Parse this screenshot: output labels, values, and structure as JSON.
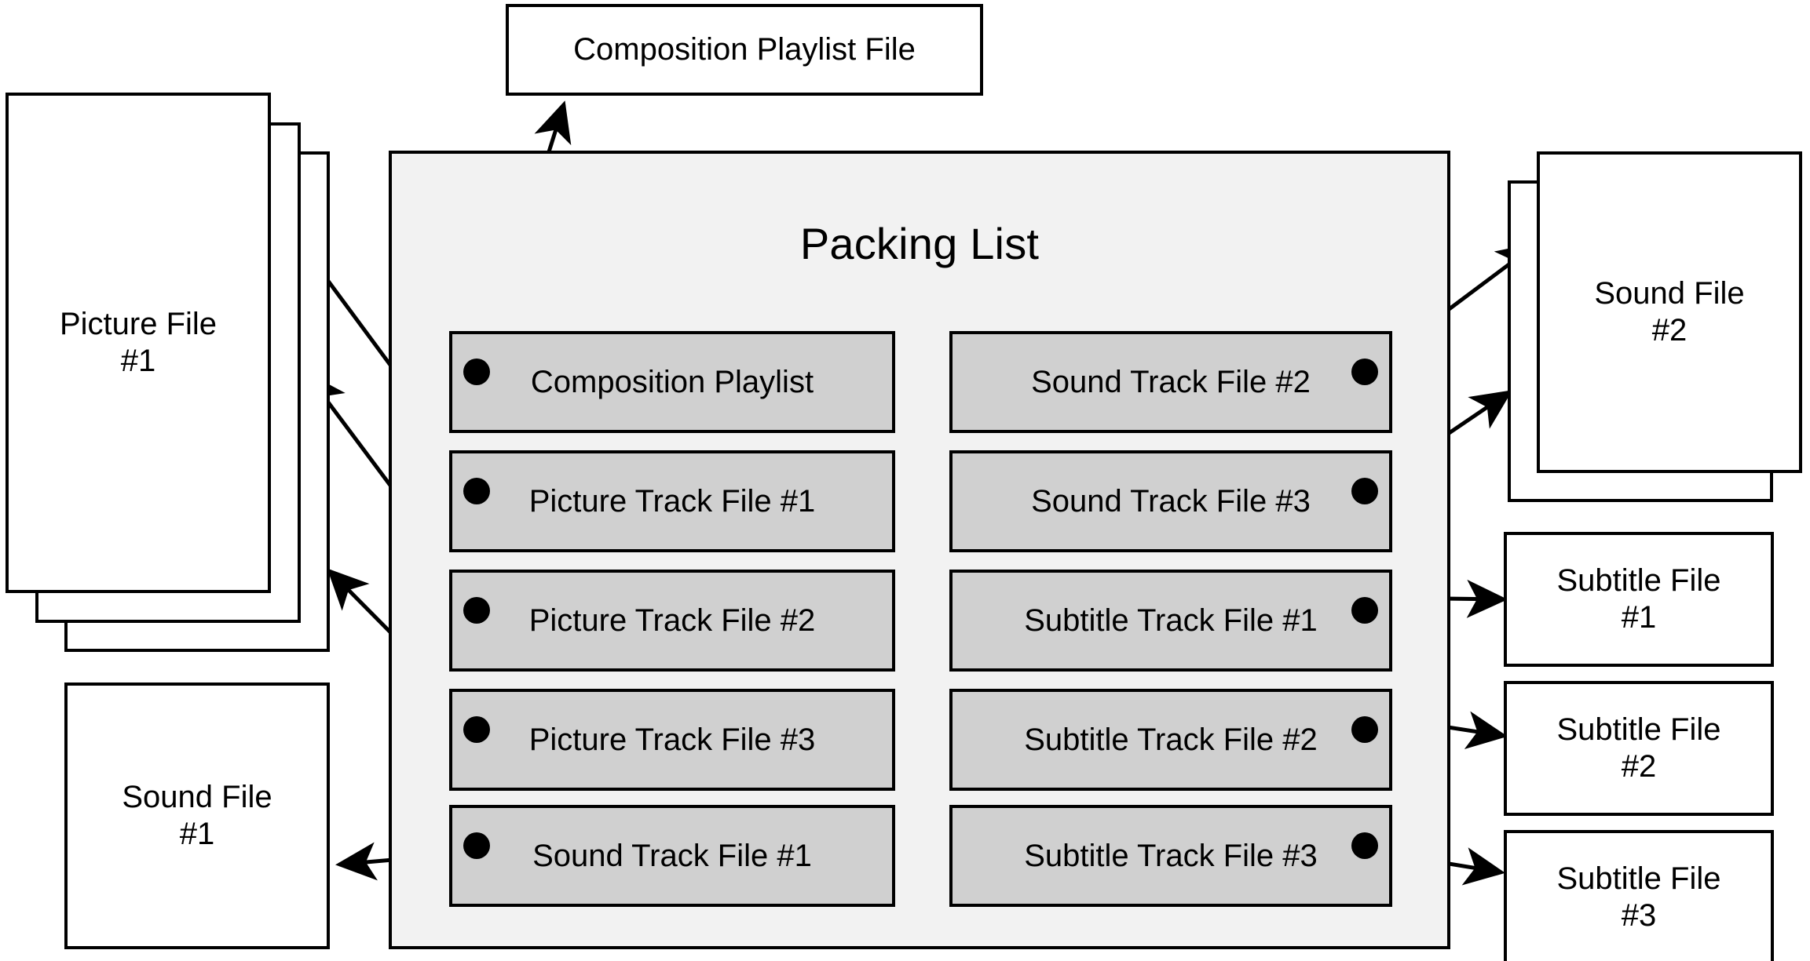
{
  "diagram": {
    "title": "Packing List"
  },
  "packing_list": {
    "title": "Packing List",
    "left_column": [
      {
        "label": "Composition Playlist",
        "dot": "left"
      },
      {
        "label": "Picture Track File #1",
        "dot": "left"
      },
      {
        "label": "Picture Track File #2",
        "dot": "left"
      },
      {
        "label": "Picture Track File #3",
        "dot": "left"
      },
      {
        "label": "Sound Track File #1",
        "dot": "left"
      }
    ],
    "right_column": [
      {
        "label": "Sound Track File #2",
        "dot": "right"
      },
      {
        "label": "Sound Track File #3",
        "dot": "right"
      },
      {
        "label": "Subtitle Track File #1",
        "dot": "right"
      },
      {
        "label": "Subtitle Track File #2",
        "dot": "right"
      },
      {
        "label": "Subtitle Track File #3",
        "dot": "right"
      }
    ]
  },
  "external_files": {
    "composition_playlist_file": "Composition Playlist File",
    "picture_file_stack": "Picture File\n#1",
    "sound_file_1": "Sound File\n#1",
    "sound_file_2_stack": "Sound File\n#2",
    "subtitle_file_1": "Subtitle File\n#1",
    "subtitle_file_2": "Subtitle File\n#2",
    "subtitle_file_3": "Subtitle File\n#3"
  },
  "colors": {
    "packing_list_background": "#f2f2f2",
    "item_background": "#d0d0d0",
    "stroke": "#000000",
    "sheet_background": "#ffffff"
  },
  "connections": [
    {
      "from": "Composition Playlist",
      "to": "Composition Playlist File"
    },
    {
      "from": "Picture Track File #1",
      "to": "Picture File #1 (sheet 1)"
    },
    {
      "from": "Picture Track File #2",
      "to": "Picture File #1 (sheet 2)"
    },
    {
      "from": "Picture Track File #3",
      "to": "Picture File #1 (sheet 3)"
    },
    {
      "from": "Sound Track File #1",
      "to": "Sound File #1"
    },
    {
      "from": "Sound Track File #2",
      "to": "Sound File #2 (sheet 1)"
    },
    {
      "from": "Sound Track File #3",
      "to": "Sound File #2 (sheet 2)"
    },
    {
      "from": "Subtitle Track File #1",
      "to": "Subtitle File #1"
    },
    {
      "from": "Subtitle Track File #2",
      "to": "Subtitle File #2"
    },
    {
      "from": "Subtitle Track File #3",
      "to": "Subtitle File #3"
    }
  ]
}
